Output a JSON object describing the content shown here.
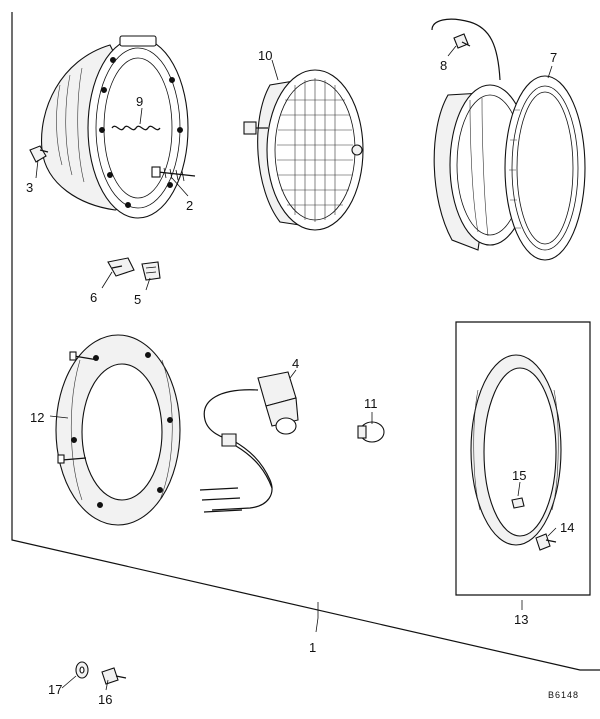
{
  "diagram": {
    "callouts": [
      {
        "id": "c1",
        "label": "1"
      },
      {
        "id": "c2",
        "label": "2"
      },
      {
        "id": "c3",
        "label": "3"
      },
      {
        "id": "c4",
        "label": "4"
      },
      {
        "id": "c5",
        "label": "5"
      },
      {
        "id": "c6",
        "label": "6"
      },
      {
        "id": "c7",
        "label": "7"
      },
      {
        "id": "c8",
        "label": "8"
      },
      {
        "id": "c9",
        "label": "9"
      },
      {
        "id": "c10",
        "label": "10"
      },
      {
        "id": "c11",
        "label": "11"
      },
      {
        "id": "c12",
        "label": "12"
      },
      {
        "id": "c13",
        "label": "13"
      },
      {
        "id": "c14",
        "label": "14"
      },
      {
        "id": "c15",
        "label": "15"
      },
      {
        "id": "c16",
        "label": "16"
      },
      {
        "id": "c17",
        "label": "17"
      }
    ],
    "reference_code": "B6148"
  }
}
